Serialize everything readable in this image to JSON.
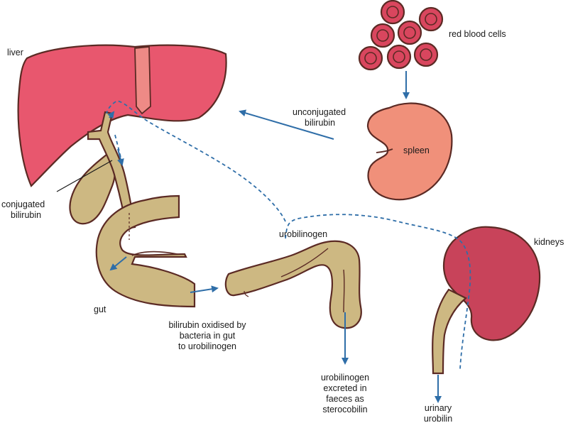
{
  "labels": {
    "red_blood_cells": "red blood cells",
    "liver": "liver",
    "unconjugated_bilirubin": [
      "unconjugated",
      "bilirubin"
    ],
    "spleen": "spleen",
    "conjugated_bilirubin": [
      "conjugated",
      "bilirubin"
    ],
    "urobilinogen": "urobilinogen",
    "kidneys": "kidneys",
    "gut": "gut",
    "bilirubin_oxidised": [
      "bilirubin oxidised by",
      "bacteria in gut",
      "to urobilinogen"
    ],
    "urobilinogen_excreted": [
      "urobilinogen",
      "excreted in",
      "faeces as",
      "sterocobilin"
    ],
    "urinary_urobilin": [
      "urinary",
      "urobilin"
    ]
  },
  "colors": {
    "liver": "#e8576e",
    "gallbladder_duct": "#cdb882",
    "spleen": "#f0907a",
    "rbc": "#d9465e",
    "kidney": "#c8435a",
    "arrow": "#2f6ea8",
    "outline": "#5b2a24"
  }
}
